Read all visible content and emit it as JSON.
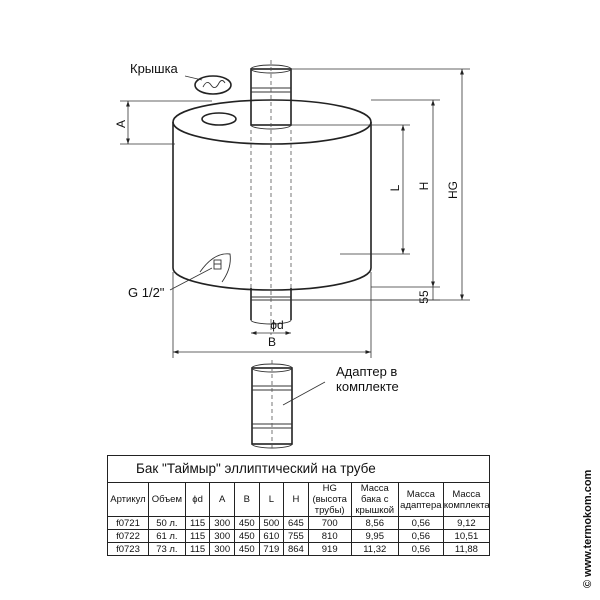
{
  "labels": {
    "lid": "Крышка",
    "adapter_line1": "Адаптер в",
    "adapter_line2": "комплекте",
    "fitting": "G 1/2\"",
    "dim_a": "A",
    "dim_b": "B",
    "dim_l": "L",
    "dim_h": "H",
    "dim_hg": "HG",
    "dim_55": "55",
    "dim_d": "ϕd"
  },
  "table": {
    "title": "Бак \"Таймыр\" эллиптический на трубе",
    "columns": [
      "Артикул",
      "Объем",
      "ϕd",
      "A",
      "B",
      "L",
      "H",
      "HG (высота трубы)",
      "Масса бака с крышкой",
      "Масса адаптера",
      "Масса комплекта"
    ],
    "rows": [
      [
        "f0721",
        "50 л.",
        "115",
        "300",
        "450",
        "500",
        "645",
        "700",
        "8,56",
        "0,56",
        "9,12"
      ],
      [
        "f0722",
        "61 л.",
        "115",
        "300",
        "450",
        "610",
        "755",
        "810",
        "9,95",
        "0,56",
        "10,51"
      ],
      [
        "f0723",
        "73 л.",
        "115",
        "300",
        "450",
        "719",
        "864",
        "919",
        "11,32",
        "0,56",
        "11,88"
      ]
    ]
  },
  "watermark": "© www.termokom.com"
}
